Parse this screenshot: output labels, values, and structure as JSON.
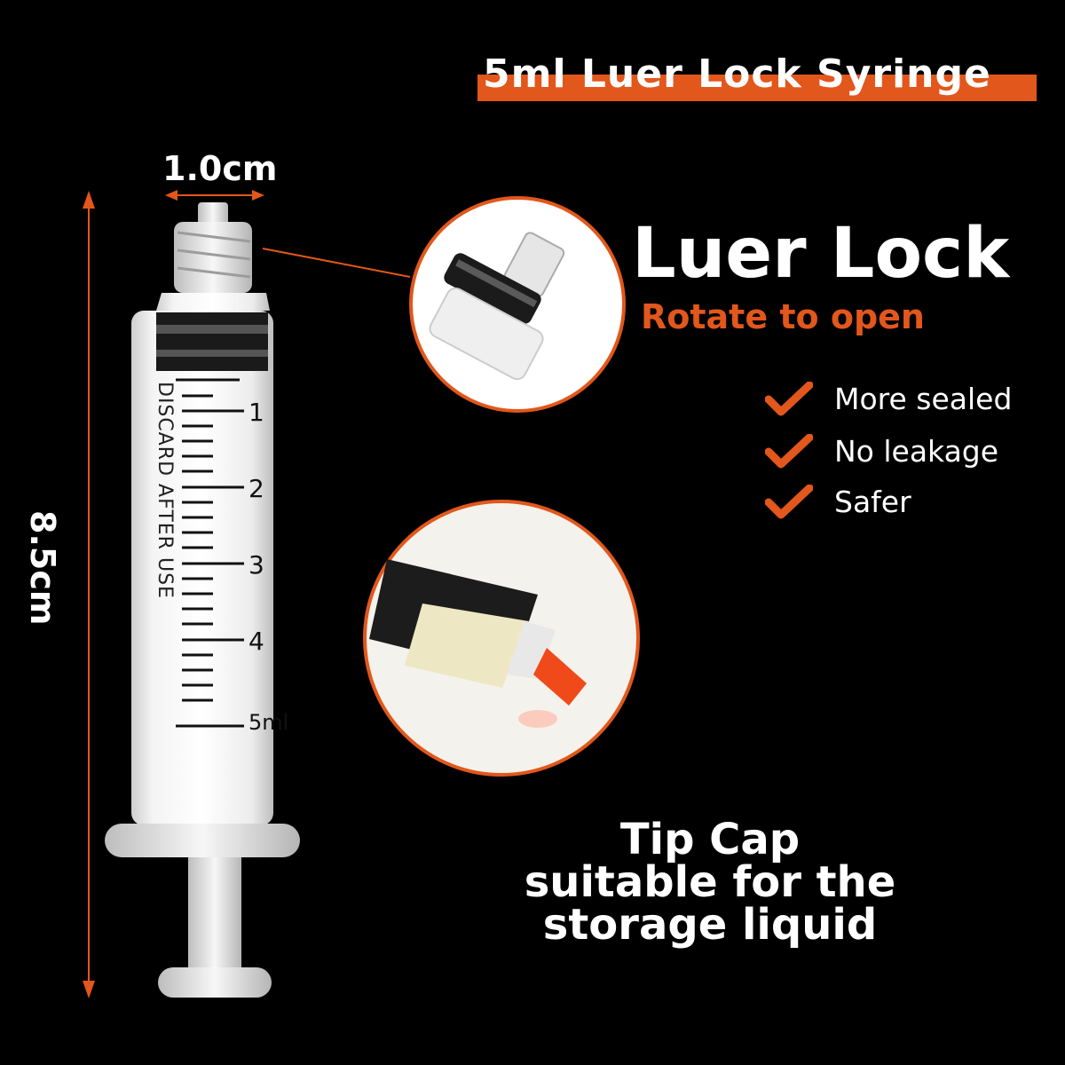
{
  "title": "5ml Luer Lock Syringe",
  "dimensions": {
    "width_label": "1.0cm",
    "height_label": "8.5cm"
  },
  "luer": {
    "title": "Luer Lock",
    "subtitle": "Rotate to open"
  },
  "features": [
    {
      "label": "More sealed",
      "icon": "check-icon"
    },
    {
      "label": "No leakage",
      "icon": "check-icon"
    },
    {
      "label": "Safer",
      "icon": "check-icon"
    }
  ],
  "barrel": {
    "side_text": "DISCARD  AFTER  USE",
    "marks": [
      "1",
      "2",
      "3",
      "4",
      "5ml"
    ]
  },
  "tip_cap": {
    "lines": [
      "Tip Cap",
      "suitable for the",
      "storage liquid"
    ]
  },
  "colors": {
    "accent": "#e2571b",
    "background": "#000000",
    "text": "#ffffff"
  }
}
